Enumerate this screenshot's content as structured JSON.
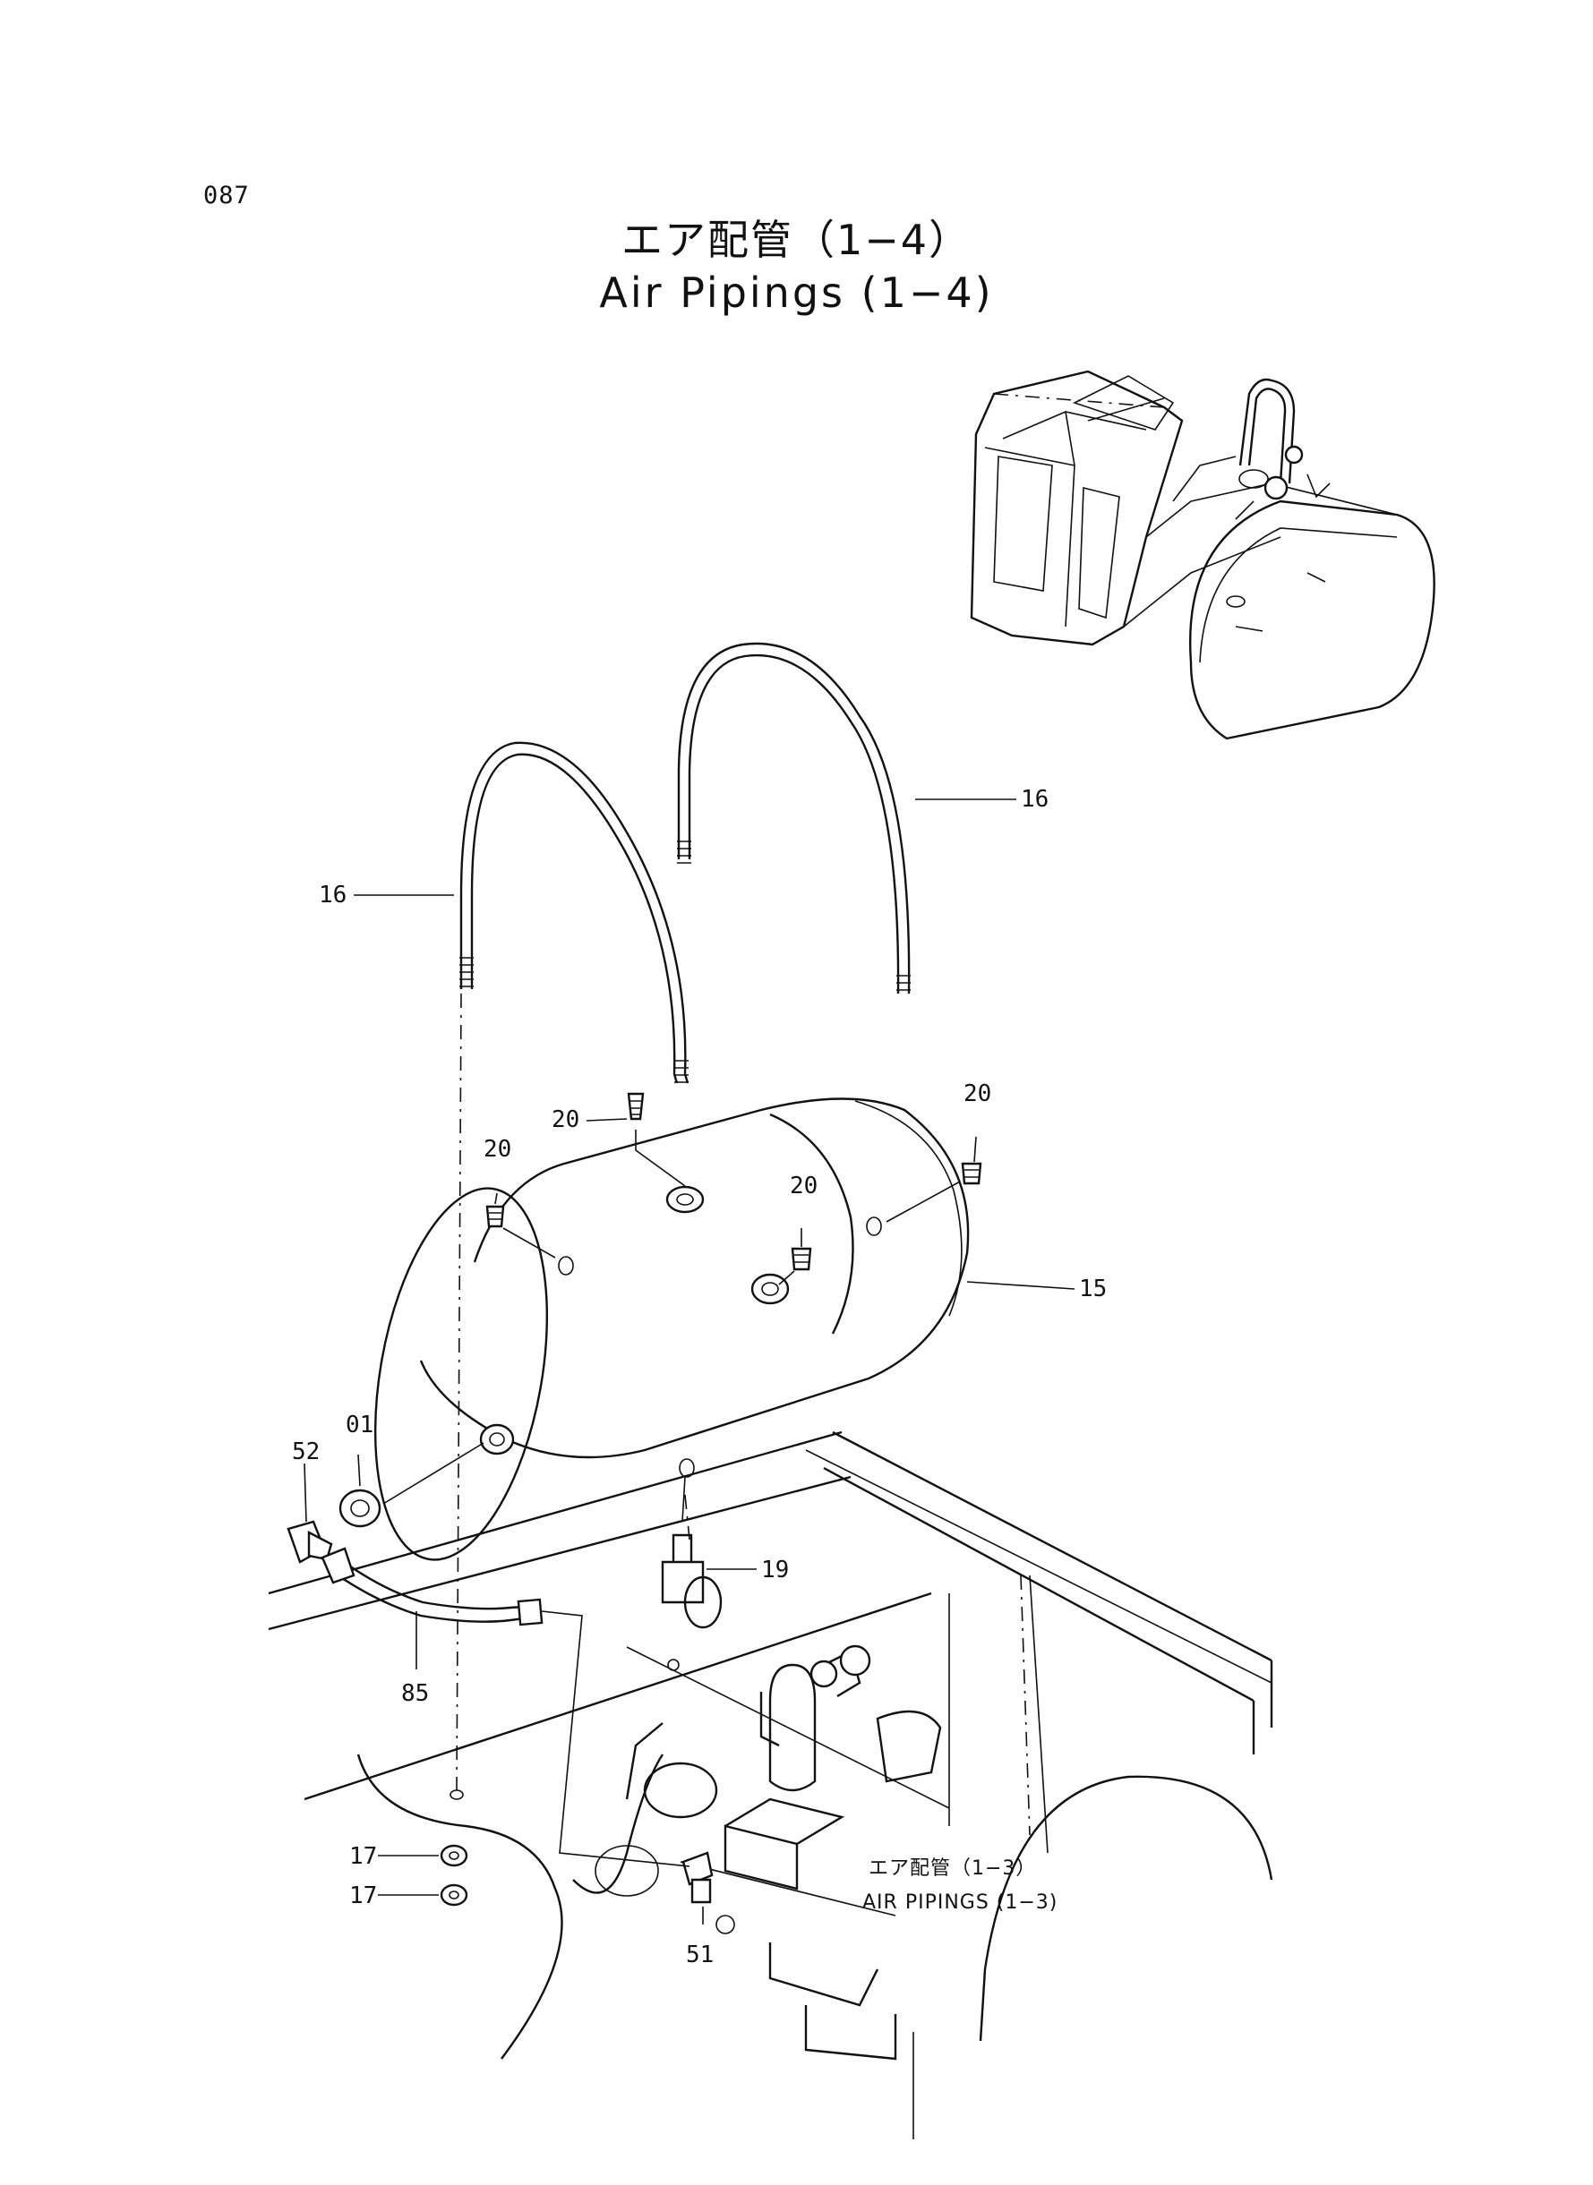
{
  "page": {
    "number": "087"
  },
  "title": {
    "japanese": "エア配管（1−4）",
    "english": "Air Pipings (1−4)"
  },
  "callouts": [
    {
      "id": "c16a",
      "label": "16"
    },
    {
      "id": "c16b",
      "label": "16"
    },
    {
      "id": "c20a",
      "label": "20"
    },
    {
      "id": "c20b",
      "label": "20"
    },
    {
      "id": "c20c",
      "label": "20"
    },
    {
      "id": "c20d",
      "label": "20"
    },
    {
      "id": "c15",
      "label": "15"
    },
    {
      "id": "c01",
      "label": "01"
    },
    {
      "id": "c52",
      "label": "52"
    },
    {
      "id": "c19",
      "label": "19"
    },
    {
      "id": "c85",
      "label": "85"
    },
    {
      "id": "c17a",
      "label": "17"
    },
    {
      "id": "c17b",
      "label": "17"
    },
    {
      "id": "c51",
      "label": "51"
    }
  ],
  "reference": {
    "japanese": "エア配管（1−3）",
    "english": "AIR PIPINGS (1−3)"
  }
}
